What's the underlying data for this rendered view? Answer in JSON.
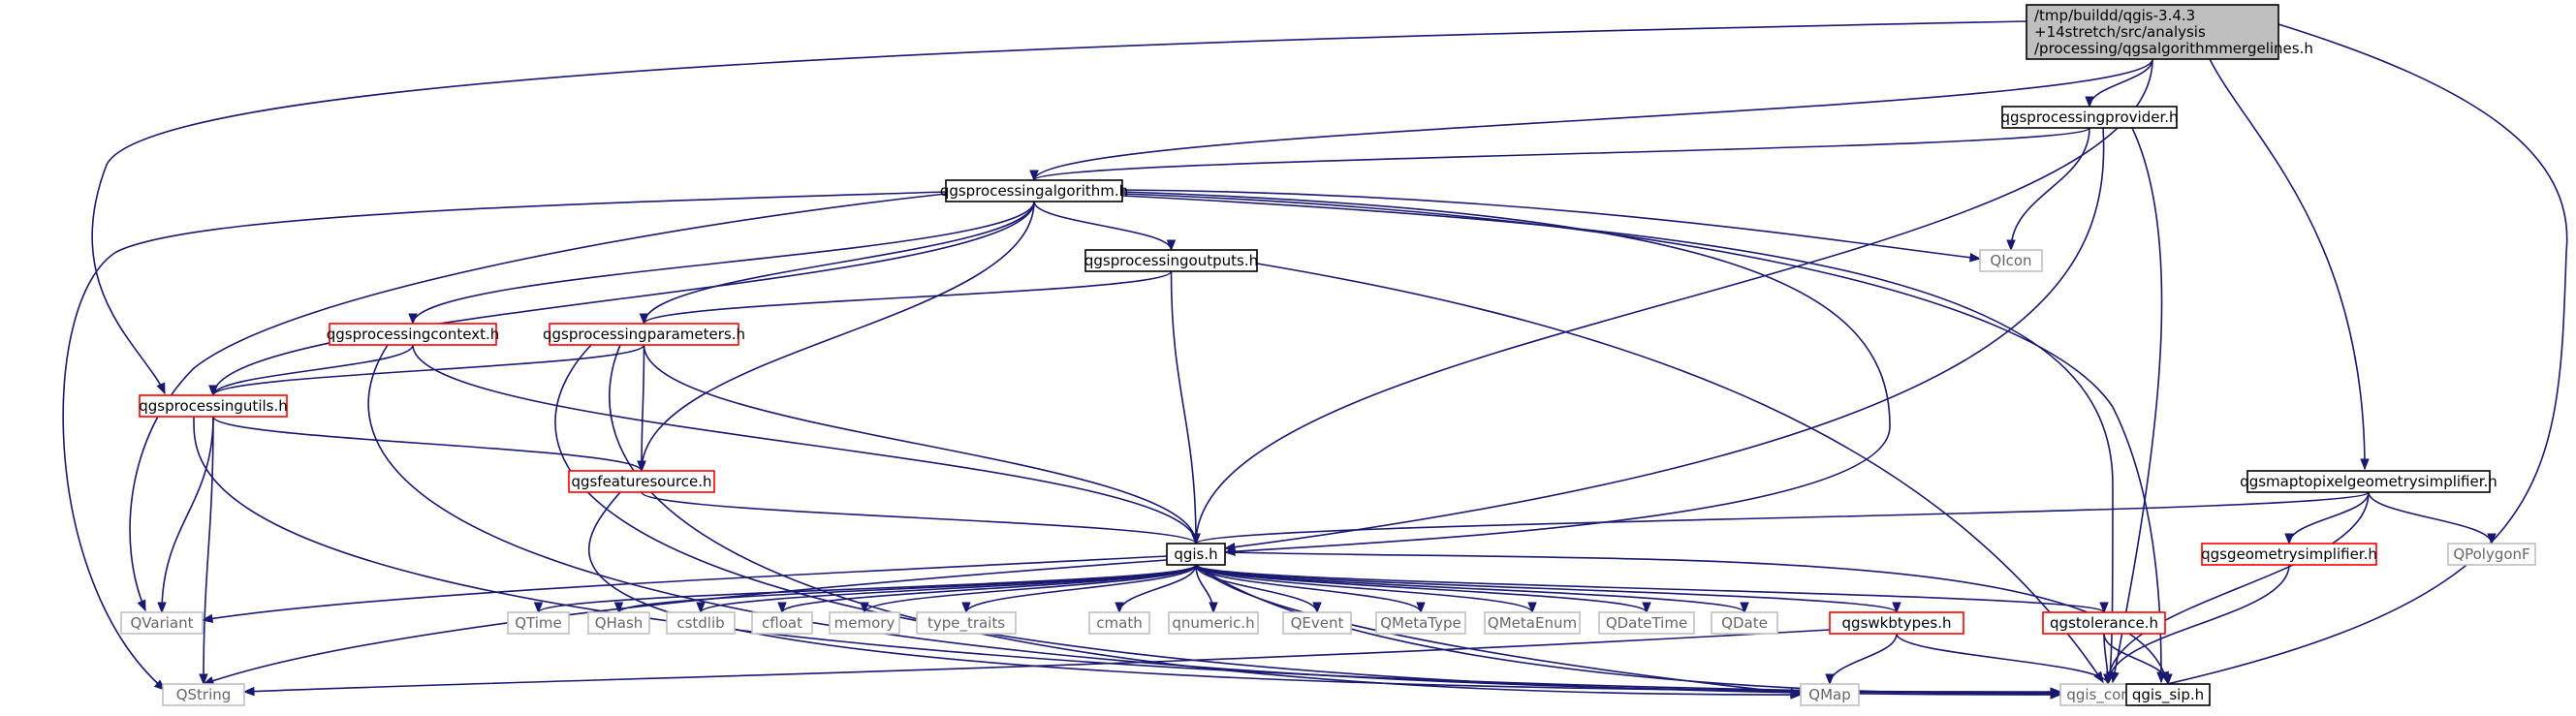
{
  "colors": {
    "edge": "#191970",
    "regular_border": "#000000",
    "incomplete_border": "#ff0000",
    "external_border": "#bfbfbf",
    "root_fill": "#bfbfbf",
    "background": "#ffffff"
  },
  "nodes": [
    {
      "id": "root",
      "lines": [
        "/tmp/buildd/qgis-3.4.3",
        "+14stretch/src/analysis",
        "/processing/qgsalgorithmmergelines.h"
      ],
      "kind": "root"
    },
    {
      "id": "provider",
      "lines": [
        "qgsprocessingprovider.h"
      ],
      "kind": "regular"
    },
    {
      "id": "algorithm",
      "lines": [
        "qgsprocessingalgorithm.h"
      ],
      "kind": "regular"
    },
    {
      "id": "outputs",
      "lines": [
        "qgsprocessingoutputs.h"
      ],
      "kind": "regular"
    },
    {
      "id": "context",
      "lines": [
        "qgsprocessingcontext.h"
      ],
      "kind": "incomplete"
    },
    {
      "id": "parameters",
      "lines": [
        "qgsprocessingparameters.h"
      ],
      "kind": "incomplete"
    },
    {
      "id": "utils",
      "lines": [
        "qgsprocessingutils.h"
      ],
      "kind": "incomplete"
    },
    {
      "id": "featuresource",
      "lines": [
        "qgsfeaturesource.h"
      ],
      "kind": "incomplete"
    },
    {
      "id": "qgis",
      "lines": [
        "qgis.h"
      ],
      "kind": "regular"
    },
    {
      "id": "qicon",
      "lines": [
        "QIcon"
      ],
      "kind": "external"
    },
    {
      "id": "maptopixel",
      "lines": [
        "qgsmaptopixelgeometrysimplifier.h"
      ],
      "kind": "regular"
    },
    {
      "id": "geomsimplifier",
      "lines": [
        "qgsgeometrysimplifier.h"
      ],
      "kind": "incomplete"
    },
    {
      "id": "qpolygonf",
      "lines": [
        "QPolygonF"
      ],
      "kind": "external"
    },
    {
      "id": "qvariant",
      "lines": [
        "QVariant"
      ],
      "kind": "external"
    },
    {
      "id": "qtime",
      "lines": [
        "QTime"
      ],
      "kind": "external"
    },
    {
      "id": "qhash",
      "lines": [
        "QHash"
      ],
      "kind": "external"
    },
    {
      "id": "cstdlib",
      "lines": [
        "cstdlib"
      ],
      "kind": "external"
    },
    {
      "id": "cfloat",
      "lines": [
        "cfloat"
      ],
      "kind": "external"
    },
    {
      "id": "memory",
      "lines": [
        "memory"
      ],
      "kind": "external"
    },
    {
      "id": "typetraits",
      "lines": [
        "type_traits"
      ],
      "kind": "external"
    },
    {
      "id": "cmath",
      "lines": [
        "cmath"
      ],
      "kind": "external"
    },
    {
      "id": "qnumeric",
      "lines": [
        "qnumeric.h"
      ],
      "kind": "external"
    },
    {
      "id": "qevent",
      "lines": [
        "QEvent"
      ],
      "kind": "external"
    },
    {
      "id": "qmetatype",
      "lines": [
        "QMetaType"
      ],
      "kind": "external"
    },
    {
      "id": "qmetaenum",
      "lines": [
        "QMetaEnum"
      ],
      "kind": "external"
    },
    {
      "id": "qdatetime",
      "lines": [
        "QDateTime"
      ],
      "kind": "external"
    },
    {
      "id": "qdate",
      "lines": [
        "QDate"
      ],
      "kind": "external"
    },
    {
      "id": "wkbtypes",
      "lines": [
        "qgswkbtypes.h"
      ],
      "kind": "incomplete"
    },
    {
      "id": "tolerance",
      "lines": [
        "qgstolerance.h"
      ],
      "kind": "incomplete"
    },
    {
      "id": "qstring",
      "lines": [
        "QString"
      ],
      "kind": "external"
    },
    {
      "id": "qmap",
      "lines": [
        "QMap"
      ],
      "kind": "external"
    },
    {
      "id": "qgiscore",
      "lines": [
        "qgis_core.h"
      ],
      "kind": "external"
    },
    {
      "id": "qgissip",
      "lines": [
        "qgis_sip.h"
      ],
      "kind": "regular"
    }
  ],
  "edges": [
    [
      "root",
      "provider"
    ],
    [
      "root",
      "algorithm"
    ],
    [
      "root",
      "utils"
    ],
    [
      "root",
      "qgis"
    ],
    [
      "root",
      "maptopixel"
    ],
    [
      "root",
      "qgiscore"
    ],
    [
      "provider",
      "algorithm"
    ],
    [
      "provider",
      "qicon"
    ],
    [
      "provider",
      "qgis"
    ],
    [
      "provider",
      "qgiscore"
    ],
    [
      "algorithm",
      "outputs"
    ],
    [
      "algorithm",
      "context"
    ],
    [
      "algorithm",
      "parameters"
    ],
    [
      "algorithm",
      "utils"
    ],
    [
      "algorithm",
      "featuresource"
    ],
    [
      "algorithm",
      "qgis"
    ],
    [
      "algorithm",
      "qicon"
    ],
    [
      "algorithm",
      "qgissip"
    ],
    [
      "algorithm",
      "qvariant"
    ],
    [
      "algorithm",
      "qstring"
    ],
    [
      "algorithm",
      "qgiscore"
    ],
    [
      "outputs",
      "parameters"
    ],
    [
      "outputs",
      "qgis"
    ],
    [
      "outputs",
      "qgiscore"
    ],
    [
      "context",
      "utils"
    ],
    [
      "context",
      "qgis"
    ],
    [
      "context",
      "qgiscore"
    ],
    [
      "parameters",
      "utils"
    ],
    [
      "parameters",
      "featuresource"
    ],
    [
      "parameters",
      "qgis"
    ],
    [
      "parameters",
      "qgiscore"
    ],
    [
      "parameters",
      "qmap"
    ],
    [
      "utils",
      "featuresource"
    ],
    [
      "utils",
      "qvariant"
    ],
    [
      "utils",
      "qstring"
    ],
    [
      "utils",
      "qgiscore"
    ],
    [
      "featuresource",
      "qgis"
    ],
    [
      "featuresource",
      "qgiscore"
    ],
    [
      "maptopixel",
      "qgis"
    ],
    [
      "maptopixel",
      "geomsimplifier"
    ],
    [
      "maptopixel",
      "qpolygonf"
    ],
    [
      "maptopixel",
      "qgiscore"
    ],
    [
      "geomsimplifier",
      "qgiscore"
    ],
    [
      "qgis",
      "qvariant"
    ],
    [
      "qgis",
      "qtime"
    ],
    [
      "qgis",
      "qhash"
    ],
    [
      "qgis",
      "cstdlib"
    ],
    [
      "qgis",
      "cfloat"
    ],
    [
      "qgis",
      "memory"
    ],
    [
      "qgis",
      "typetraits"
    ],
    [
      "qgis",
      "cmath"
    ],
    [
      "qgis",
      "qnumeric"
    ],
    [
      "qgis",
      "qevent"
    ],
    [
      "qgis",
      "qmetatype"
    ],
    [
      "qgis",
      "qmetaenum"
    ],
    [
      "qgis",
      "qdatetime"
    ],
    [
      "qgis",
      "qdate"
    ],
    [
      "qgis",
      "wkbtypes"
    ],
    [
      "qgis",
      "tolerance"
    ],
    [
      "qgis",
      "qstring"
    ],
    [
      "qgis",
      "qmap"
    ],
    [
      "qgis",
      "qgiscore"
    ],
    [
      "qgis",
      "qgissip"
    ],
    [
      "wkbtypes",
      "qgiscore"
    ],
    [
      "wkbtypes",
      "qmap"
    ],
    [
      "wkbtypes",
      "qstring"
    ],
    [
      "tolerance",
      "qgiscore"
    ],
    [
      "tolerance",
      "qgissip"
    ]
  ]
}
